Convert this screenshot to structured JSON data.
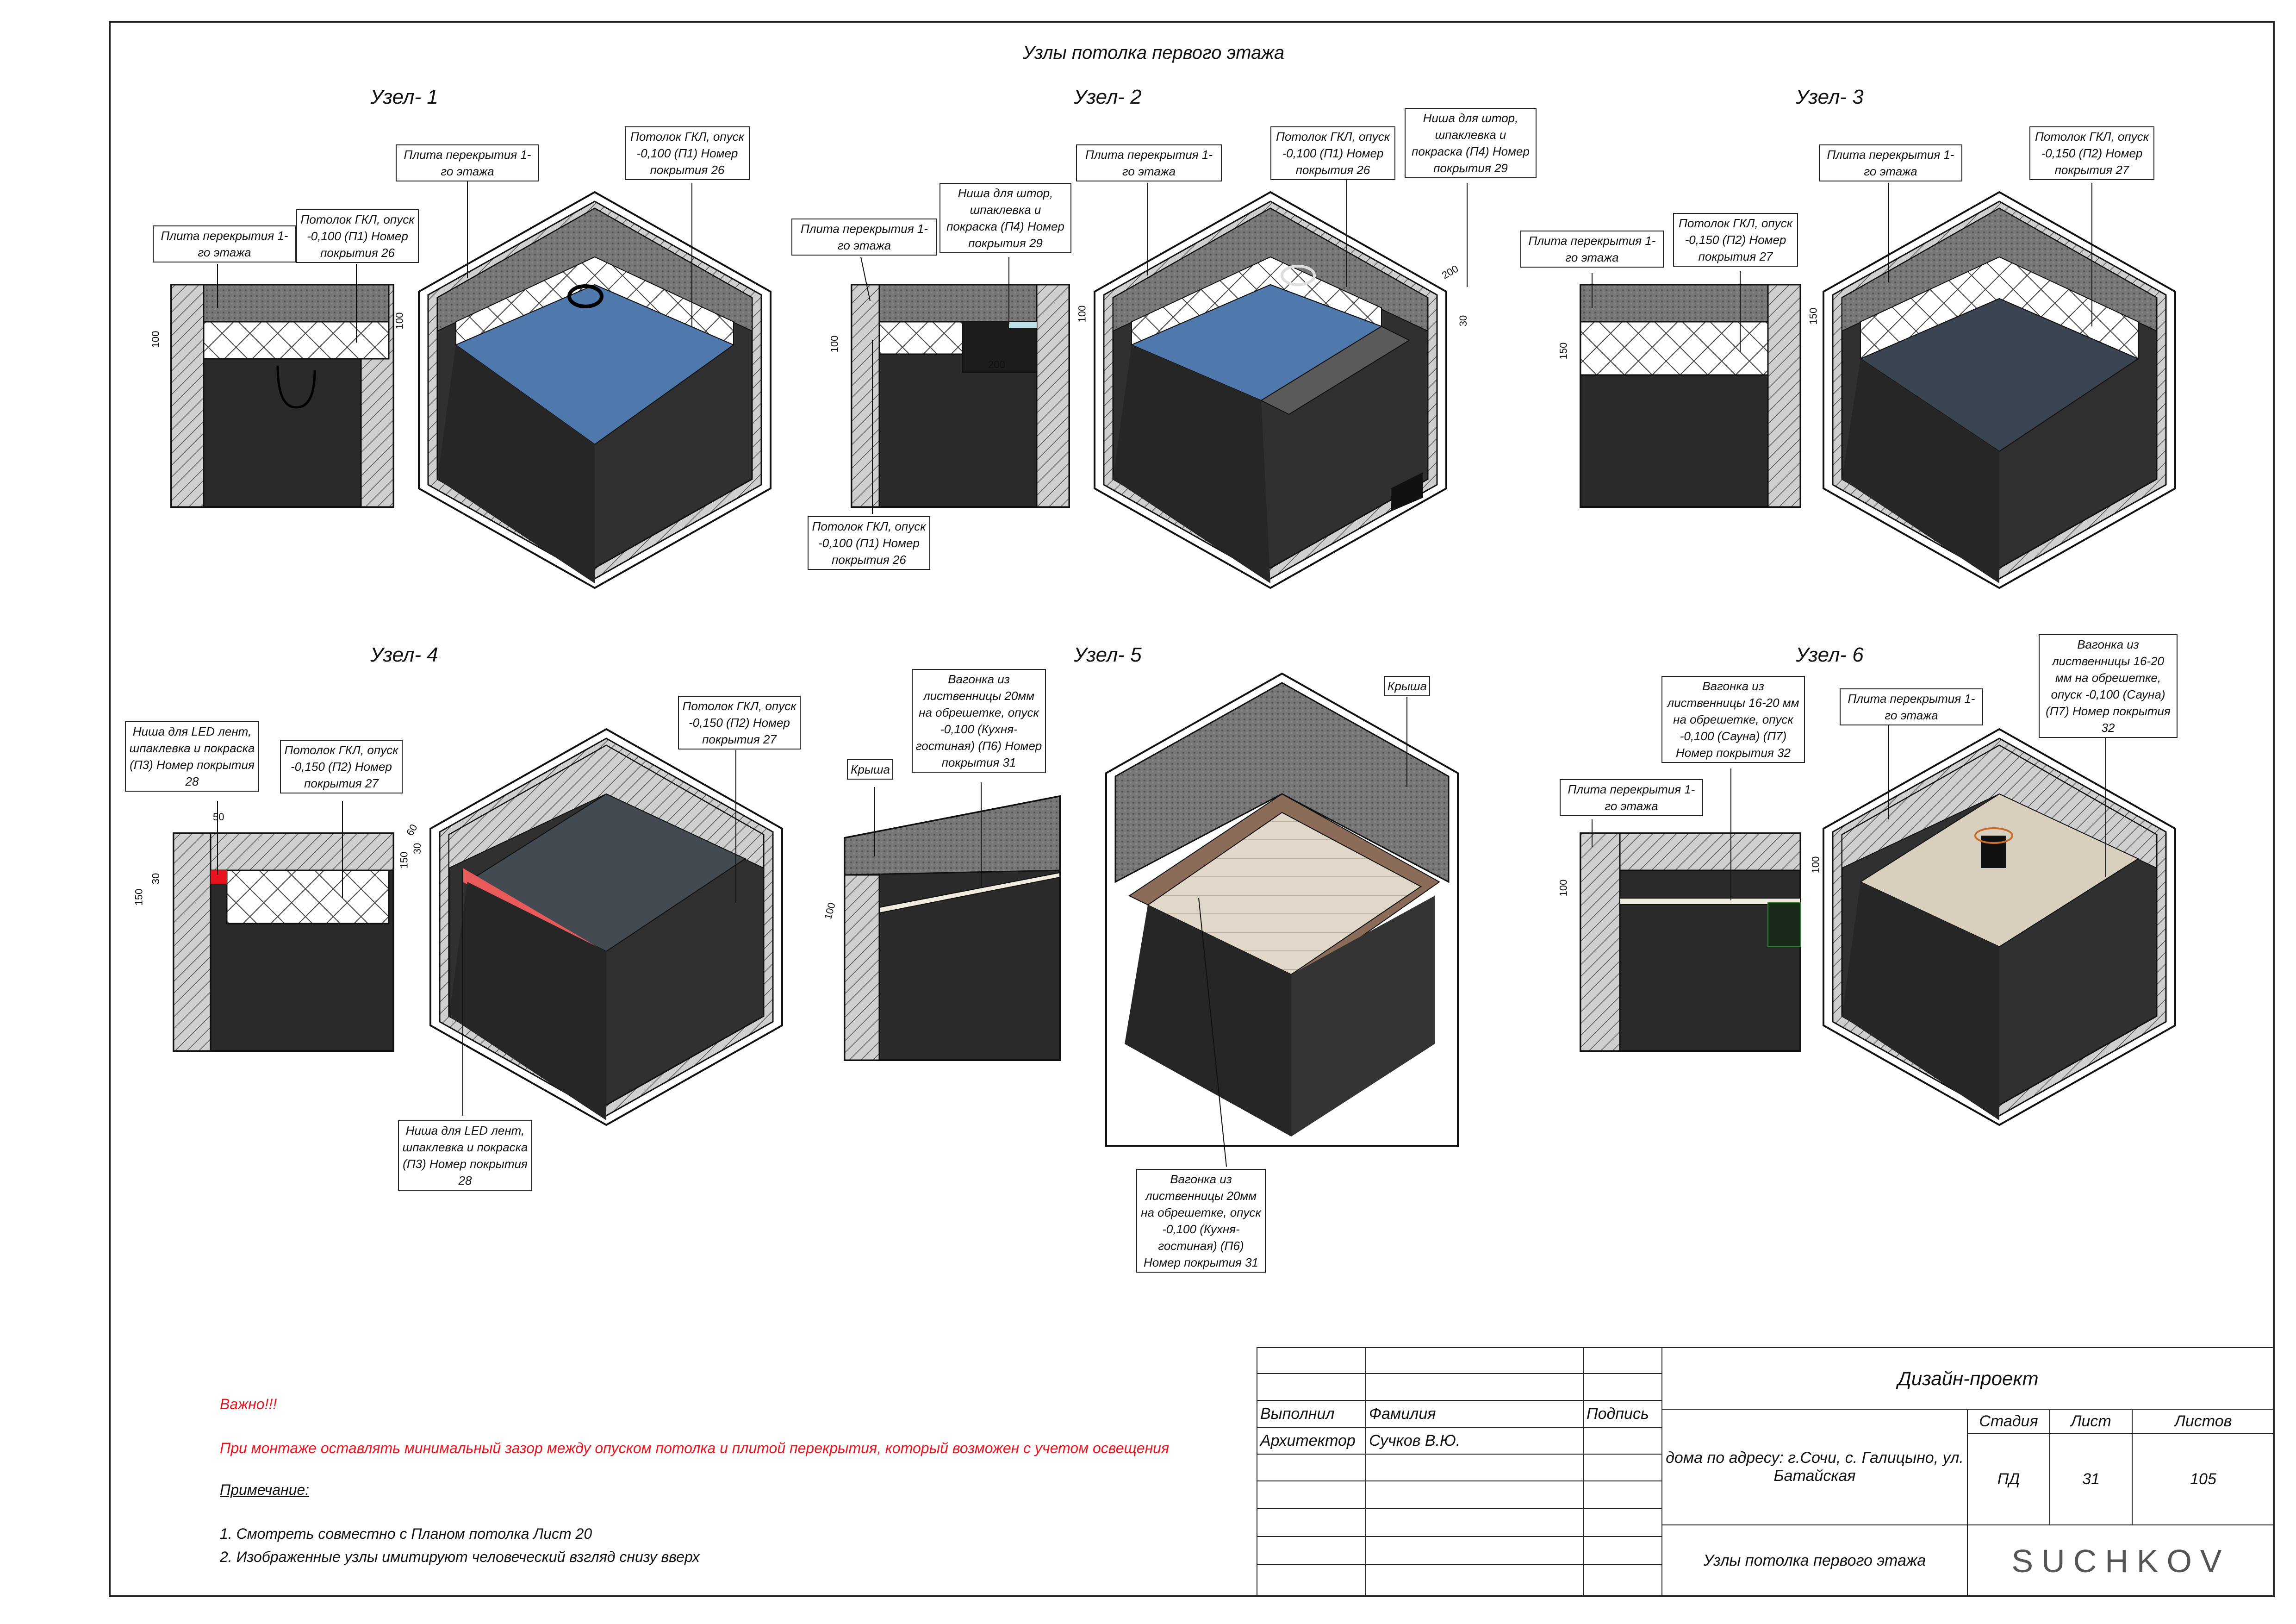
{
  "sheet": {
    "title": "Узлы потолка первого этажа",
    "nodes": [
      "Узел- 1",
      "Узел- 2",
      "Узел- 3",
      "Узел- 4",
      "Узел- 5",
      "Узел- 6"
    ]
  },
  "callouts": {
    "n1_slab_left": "Плита перекрытия 1-го этажа",
    "n1_gkl_left": "Потолок ГКЛ, опуск -0,100 (П1) Номер покрытия 26",
    "n1_slab_top": "Плита перекрытия 1-го этажа",
    "n1_gkl_top": "Потолок ГКЛ, опуск -0,100 (П1) Номер покрытия 26",
    "n2_slab_left": "Плита перекрытия 1-го этажа",
    "n2_niche_left": "Ниша для штор, шпаклевка и покраска (П4) Номер покрытия 29",
    "n2_gkl_bottom": "Потолок ГКЛ, опуск -0,100 (П1) Номер покрытия 26",
    "n2_slab_top": "Плита перекрытия 1-го этажа",
    "n2_gkl_top": "Потолок ГКЛ, опуск -0,100 (П1) Номер покрытия 26",
    "n2_niche_top": "Ниша для штор, шпаклевка и покраска (П4) Номер покрытия 29",
    "n3_slab_left": "Плита перекрытия 1-го этажа",
    "n3_gkl_left": "Потолок ГКЛ, опуск -0,150 (П2) Номер покрытия 27",
    "n3_slab_top": "Плита перекрытия 1-го этажа",
    "n3_gkl_top": "Потолок ГКЛ, опуск -0,150 (П2) Номер покрытия 27",
    "n4_niche_left": "Ниша для LED лент, шпаклевка и покраска (П3) Номер покрытия 28",
    "n4_gkl_left": "Потолок ГКЛ, опуск -0,150 (П2) Номер покрытия 27",
    "n4_gkl_top": "Потолок ГКЛ, опуск -0,150 (П2) Номер покрытия 27",
    "n4_niche_bottom": "Ниша для LED лент, шпаклевка и покраска (П3) Номер покрытия 28",
    "n5_roof_left": "Крыша",
    "n5_wood_top": "Вагонка из лиственницы 20мм на обрешетке, опуск -0,100 (Кухня-гостиная) (П6) Номер покрытия 31",
    "n5_roof_right": "Крыша",
    "n5_wood_bottom": "Вагонка из лиственницы 20мм на обрешетке, опуск -0,100 (Кухня-гостиная) (П6) Номер покрытия 31",
    "n6_slab_left": "Плита перекрытия 1-го этажа",
    "n6_wood_left": "Вагонка из лиственницы 16-20 мм на обрешетке, опуск -0,100 (Сауна) (П7) Номер покрытия 32",
    "n6_slab_top": "Плита перекрытия 1-го этажа",
    "n6_wood_top": "Вагонка из лиственницы 16-20 мм на обрешетке, опуск -0,100 (Сауна) (П7) Номер покрытия 32"
  },
  "dims": {
    "d100": "100",
    "d150": "150",
    "d200": "200",
    "d30": "30",
    "d50": "50",
    "d60": "60"
  },
  "notes": {
    "important": "Важно!!!",
    "gap_warning": "При монтаже оставлять минимальный зазор между опуском потолка и плитой перекрытия, который возможен с учетом освещения",
    "remark_title": "Примечание:",
    "remark_1": "1. Смотреть совместно с Планом потолка Лист 20",
    "remark_2": "2. Изображенные узлы имитируют человеческий взгляд снизу вверх"
  },
  "title_block": {
    "project_type": "Дизайн-проект",
    "col_done": "Выполнил",
    "col_surname": "Фамилия",
    "col_sign": "Подпись",
    "role": "Архитектор",
    "name": "Сучков В.Ю.",
    "address": "дома по адресу: г.Сочи, с. Галицыно, ул. Батайская",
    "stage_label": "Стадия",
    "sheet_label": "Лист",
    "sheets_label": "Листов",
    "stage": "ПД",
    "sheet": "31",
    "sheets": "105",
    "drawing_name": "Узлы потолка первого этажа",
    "logo": "SUCHKOV"
  },
  "colors": {
    "red": "#e8141e",
    "blue": "#4f78ac",
    "dark": "#2f2f2f",
    "wood": "#dcd2c4",
    "wood_brown": "#8a6c58"
  }
}
